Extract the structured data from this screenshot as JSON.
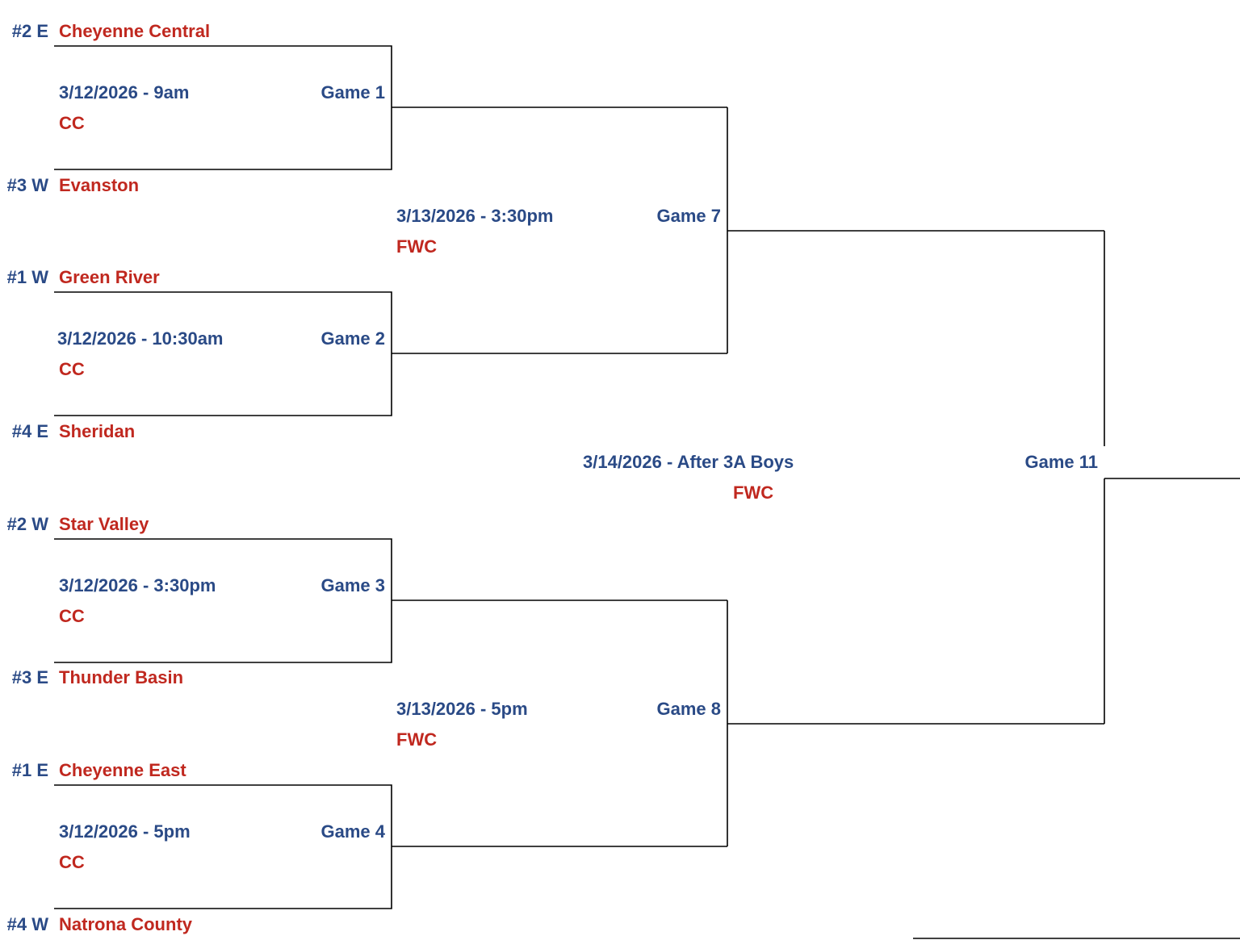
{
  "colors": {
    "seed": "#2a4a86",
    "team": "#c0281f",
    "date": "#2a4a86",
    "venue": "#c0281f",
    "game": "#2a4a86",
    "line": "#000000"
  },
  "teams": [
    {
      "seed": "#2 E",
      "name": "Cheyenne Central"
    },
    {
      "seed": "#3 W",
      "name": "Evanston"
    },
    {
      "seed": "#1 W",
      "name": "Green River"
    },
    {
      "seed": "#4 E",
      "name": "Sheridan"
    },
    {
      "seed": "#2 W",
      "name": "Star Valley"
    },
    {
      "seed": "#3 E",
      "name": "Thunder Basin"
    },
    {
      "seed": "#1 E",
      "name": "Cheyenne East"
    },
    {
      "seed": "#4 W",
      "name": "Natrona County"
    }
  ],
  "games": [
    {
      "label": "Game 1",
      "date": "3/12/2026 - 9am",
      "venue": "CC"
    },
    {
      "label": "Game 2",
      "date": "3/12/2026 - 10:30am",
      "venue": "CC"
    },
    {
      "label": "Game 3",
      "date": "3/12/2026 - 3:30pm",
      "venue": "CC"
    },
    {
      "label": "Game 4",
      "date": "3/12/2026 - 5pm",
      "venue": "CC"
    },
    {
      "label": "Game 7",
      "date": "3/13/2026 - 3:30pm",
      "venue": "FWC"
    },
    {
      "label": "Game 8",
      "date": "3/13/2026 - 5pm",
      "venue": "FWC"
    },
    {
      "label": "Game 11",
      "date": "3/14/2026 - After 3A Boys",
      "venue": "FWC"
    }
  ]
}
